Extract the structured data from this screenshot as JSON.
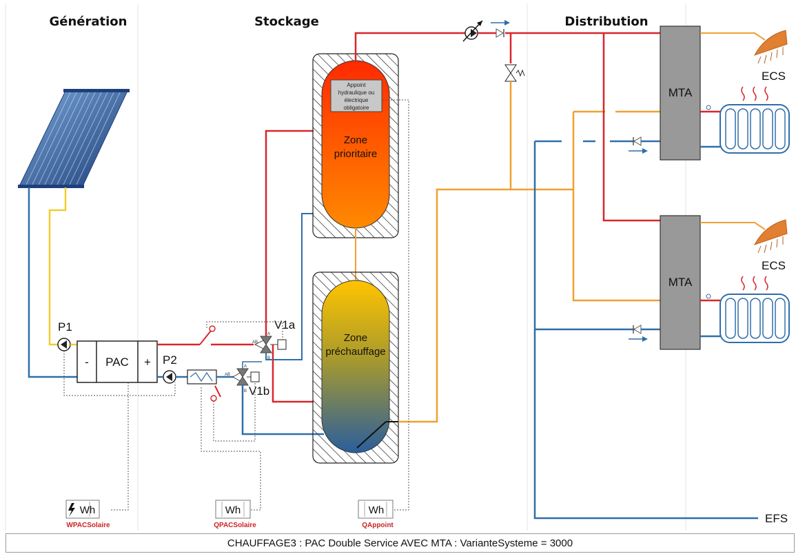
{
  "sections": {
    "generation": "Génération",
    "stockage": "Stockage",
    "distribution": "Distribution"
  },
  "components": {
    "pac": "PAC",
    "pac_minus": "-",
    "pac_plus": "+",
    "pump_p1": "P1",
    "pump_p2": "P2",
    "valve_v1a": "V1a",
    "valve_v1b": "V1b",
    "valve_port_a": "A",
    "valve_port_b": "B",
    "valve_port_ab": "AB",
    "appoint": [
      "Appoint",
      "hydraulique ou",
      "électrique",
      "obligatoire"
    ],
    "zone_prioritaire": [
      "Zone",
      "prioritaire"
    ],
    "zone_prechauffage": [
      "Zone",
      "préchauffage"
    ],
    "mta_top": "MTA",
    "mta_bottom": "MTA",
    "ecs_top": "ECS",
    "ecs_bottom": "ECS",
    "efs": "EFS"
  },
  "meters": [
    {
      "unit": "Wh",
      "caption": "WPACSolaire",
      "lightning": true
    },
    {
      "unit": "Wh",
      "caption": "QPACSolaire",
      "lightning": false
    },
    {
      "unit": "Wh",
      "caption": "QAppoint",
      "lightning": false
    }
  ],
  "colors": {
    "hot": "#d9262b",
    "cold": "#2f6ea8",
    "warm": "#f0a030",
    "solar": "#f2cc30",
    "hot_top": "#ff2a00",
    "hot_bottom": "#ff8a00",
    "pre_top": "#ffc400",
    "pre_bottom": "#2a5e9c"
  },
  "footer": "CHAUFFAGE3 : PAC Double Service AVEC MTA : VarianteSysteme = 3000"
}
